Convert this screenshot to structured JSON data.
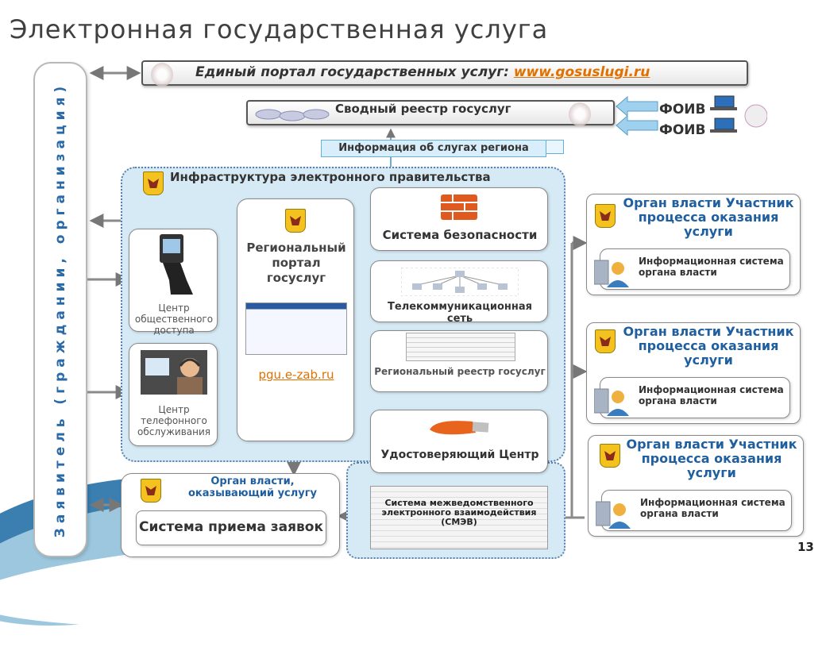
{
  "title": "Электронная государственная услуга",
  "applicant_label": "Заявитель (граждании, организация)",
  "portal": {
    "text": "Единый портал государственных услуг:",
    "link": "www.gosuslugi.ru"
  },
  "registry": {
    "label": "Сводный реестр госуслуг"
  },
  "foiv": [
    "ФОИВ",
    "ФОИВ"
  ],
  "region_info": "Информация об слугах региона",
  "infra_title": "Инфраструктура электронного правительства",
  "kiosk": {
    "label": "Центр общественного доступа"
  },
  "call_center": {
    "label": "Центр телефонного обслуживания"
  },
  "regional_portal": {
    "title": "Региональный портал госуслуг",
    "link": "pgu.e-zab.ru"
  },
  "security": "Система безопасности",
  "telecom": "Телекоммуникационная сеть",
  "regional_registry": "Региональный реестр госуслуг",
  "cert_center": "Удостоверяющий Центр",
  "service_provider": {
    "title": "Орган власти, оказывающий услугу",
    "system": "Система приема заявок"
  },
  "smev": "Система межведомственного электронного взаимодействия (СМЭВ)",
  "authorities": [
    {
      "title": "Орган власти Участник процесса оказания услуги",
      "is": "Информационная система органа власти"
    },
    {
      "title": "Орган власти Участник процесса оказания услуги",
      "is": "Информационная система органа власти"
    },
    {
      "title": "Орган власти Участник процесса оказания услуги",
      "is": "Информационная система органа власти"
    }
  ],
  "page_number": "13",
  "colors": {
    "accent_blue": "#1f5fa0",
    "link_orange": "#e07000",
    "infra_bg": "#d6eaf5"
  }
}
